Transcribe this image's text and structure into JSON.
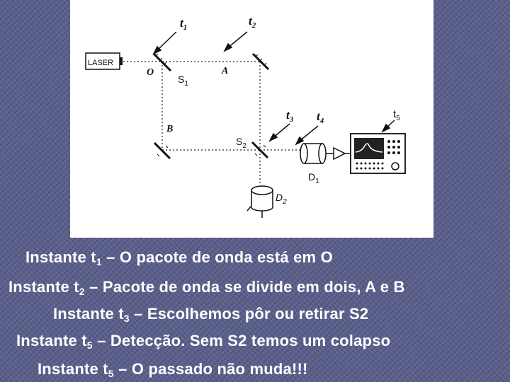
{
  "diagram": {
    "time_labels": {
      "t1": "t",
      "t1_sub": "1",
      "t2": "t",
      "t2_sub": "2",
      "t3": "t",
      "t3_sub": "3",
      "t4": "t",
      "t4_sub": "4",
      "t5": "t",
      "t5_sub": "5"
    },
    "laser": "LASER",
    "point_o": "O",
    "point_a": "A",
    "point_b": "B",
    "s1": "S",
    "s1_sub": "1",
    "s2": "S",
    "s2_sub": "2",
    "d1": "D",
    "d1_sub": "1",
    "d2": "D",
    "d2_sub": "2"
  },
  "captions": [
    {
      "pre": "Instante t",
      "sub": "1",
      "post": " – O pacote de onda está em O"
    },
    {
      "pre": "Instante t",
      "sub": "2",
      "post": " – Pacote de onda se divide em dois, A e B"
    },
    {
      "pre": "Instante t",
      "sub": "3",
      "post": " – Escolhemos pôr ou retirar S2"
    },
    {
      "pre": "Instante t",
      "sub": "5",
      "post": " – Detecção. Sem S2 temos um colapso"
    },
    {
      "pre": "Instante t",
      "sub": "5",
      "post": " – O passado não muda!!!"
    }
  ]
}
